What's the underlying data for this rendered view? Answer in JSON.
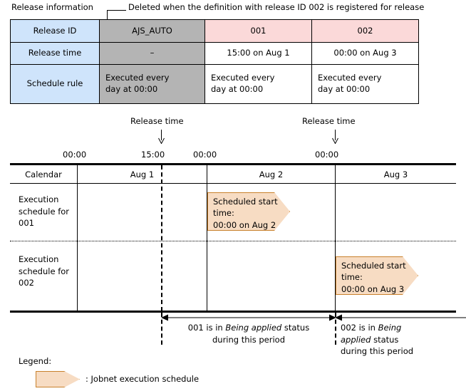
{
  "annotations": {
    "release_information_label": "Release information",
    "deleted_note": "Deleted when the definition with release ID 002 is  registered for release",
    "leader_dot_icon": "bullet-dot"
  },
  "release_table": {
    "row_headers": [
      "Release ID",
      "Release time",
      "Schedule rule"
    ],
    "columns": [
      {
        "release_id": "AJS_AUTO",
        "release_time": "–",
        "schedule_rule": "Executed every\nday at 00:00",
        "style": "greyed-out"
      },
      {
        "release_id": "001",
        "release_time": "15:00 on Aug 1",
        "schedule_rule": "Executed every\nday at 00:00",
        "style": "normal"
      },
      {
        "release_id": "002",
        "release_time": "00:00 on Aug 3",
        "schedule_rule": "Executed every\nday at 00:00",
        "style": "normal"
      }
    ],
    "colors": {
      "row_header_bg": "#cfe4fb",
      "greyed_bg": "#b4b4b4",
      "release_id_bg": "#fbd9d9",
      "border": "#000000"
    }
  },
  "timeline": {
    "release_time_markers": [
      {
        "label": "Release time",
        "tick": "15:00"
      },
      {
        "label": "Release time",
        "tick": "00:00"
      }
    ],
    "tick_labels": [
      "00:00",
      "15:00",
      "00:00",
      "00:00"
    ],
    "calendar_row_label": "Calendar",
    "days": [
      "Aug 1",
      "Aug 2",
      "Aug 3"
    ],
    "rows": [
      {
        "label": "Execution\nschedule for\n001",
        "callout": "Scheduled start\ntime:\n00:00 on Aug 2"
      },
      {
        "label": "Execution\nschedule for\n002",
        "callout": "Scheduled start\ntime:\n00:00 on Aug 3"
      }
    ]
  },
  "status_bars": [
    {
      "prefix": "001 is in ",
      "emphasis": "Being applied",
      "suffix": " status",
      "second_line": "during this period"
    },
    {
      "prefix": "002 is in ",
      "emphasis": "Being",
      "emphasis2": "applied",
      "suffix": " status",
      "second_line": "during this period"
    }
  ],
  "legend": {
    "title": "Legend:",
    "caption": ": Jobnet execution schedule",
    "shape_fill": "#f7dcc3",
    "shape_border": "#c8812c"
  }
}
